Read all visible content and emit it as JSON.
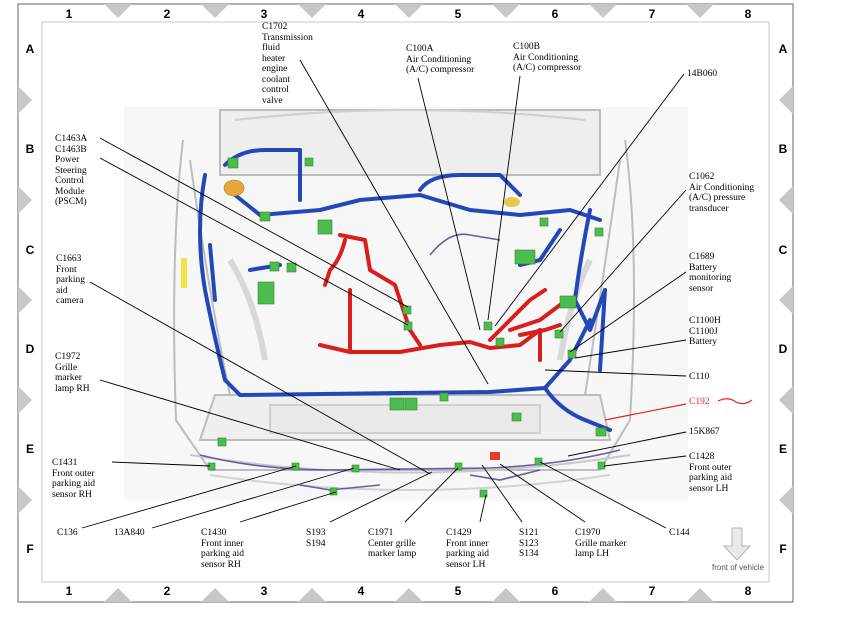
{
  "grid": {
    "columns": [
      "1",
      "2",
      "3",
      "4",
      "5",
      "6",
      "7",
      "8"
    ],
    "rows": [
      "A",
      "B",
      "C",
      "D",
      "E",
      "F"
    ]
  },
  "colors": {
    "harness_red": "#d81e1e",
    "harness_blue": "#2447b8",
    "connector_green": "#4dbb4d",
    "label_red": "#e0261f"
  },
  "labels": {
    "c1702": "C1702\nTransmission\nfluid\nheater\nengine\ncoolant\ncontrol\nvalve",
    "c100a": "C100A\nAir Conditioning\n(A/C) compressor",
    "c100b": "C100B\nAir Conditioning\n(A/C) compressor",
    "l14b060": "14B060",
    "c1463": "C1463A\nC1463B\nPower\nSteering\nControl\nModule\n(PSCM)",
    "c1062": "C1062\nAir Conditioning\n(A/C) pressure\ntransducer",
    "c1663": "C1663\nFront\nparking\naid\ncamera",
    "c1689": "C1689\nBattery\nmonitoring\nsensor",
    "c1100": "C1100H\nC1100J\nBattery",
    "c1972": "C1972\nGrille\nmarker\nlamp RH",
    "c110": "C110",
    "c192": "C192",
    "l15k867": "15K867",
    "c1428": "C1428\nFront outer\nparking aid\nsensor LH",
    "c1431": "C1431\nFront outer\nparking aid\nsensor RH",
    "c136": "C136",
    "l13a840": "13A840",
    "c1430": "C1430\nFront inner\nparking aid\nsensor RH",
    "s193": "S193\nS194",
    "c1971": "C1971\nCenter grille\nmarker lamp",
    "c1429": "C1429\nFront inner\nparking aid\nsensor LH",
    "s121": "S121\nS123\nS134",
    "c1970": "C1970\nGrille marker\nlamp LH",
    "c144": "C144"
  },
  "front_of_vehicle": "front of vehicle",
  "icons": {
    "direction": "down-arrow-icon"
  }
}
